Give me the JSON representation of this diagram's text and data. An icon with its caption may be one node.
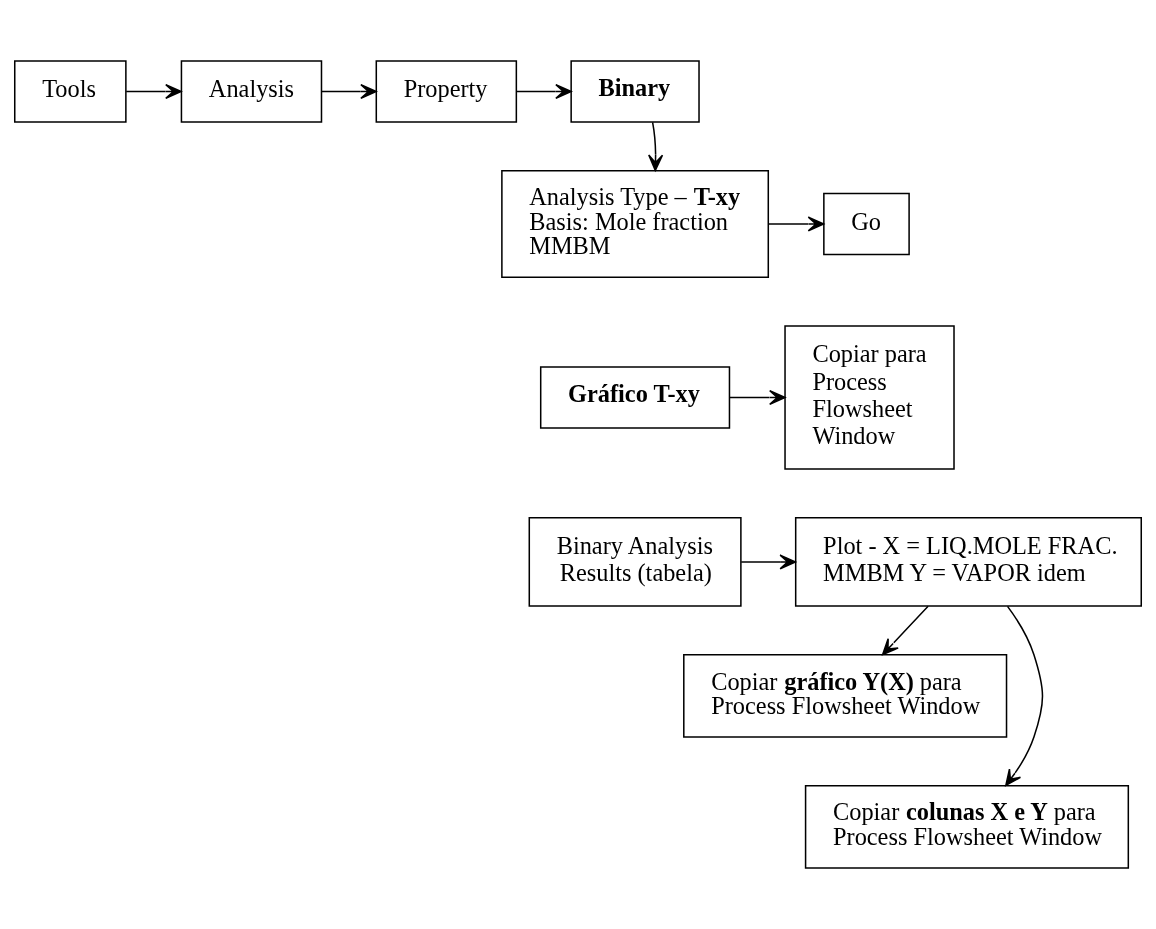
{
  "diagram": {
    "nodes": [
      {
        "text": [
          "Tools"
        ]
      },
      {
        "text": [
          "Analysis"
        ]
      },
      {
        "text": [
          "Property"
        ]
      },
      {
        "text": [
          "Binary"
        ]
      },
      {
        "text": [
          "Analysis Type – **T-xy** Basis: Mole fraction MMBM"
        ]
      },
      {
        "text": [
          "Go"
        ]
      },
      {
        "text": [
          "Gráfico T-xy"
        ]
      },
      {
        "text": [
          "Copiar para Process Flowsheet Window"
        ]
      },
      {
        "text": [
          "Binary Analysis Results (tabela)"
        ]
      },
      {
        "text": [
          "Plot - X = LIQ.MOLE FRAC. MMBM Y = VAPOR idem"
        ]
      },
      {
        "text": [
          "Copiar **gráfico Y(X)** para Process Flowsheet Window"
        ]
      },
      {
        "text": [
          "Copiar **colunas X e Y** para Process Flowsheet Window"
        ]
      }
    ],
    "edges": [
      {
        "from": 0,
        "to": 1,
        "arrow": "to"
      },
      {
        "from": 1,
        "to": 2,
        "arrow": "to"
      },
      {
        "from": 2,
        "to": 3,
        "arrow": "to"
      },
      {
        "from": 3,
        "to": 4,
        "arrow": "to"
      },
      {
        "from": 4,
        "to": 5,
        "arrow": "to"
      },
      {
        "from": 6,
        "to": 7,
        "arrow": "to"
      },
      {
        "from": 8,
        "to": 9,
        "arrow": "to"
      },
      {
        "from": 9,
        "to": 10,
        "arrow": "to"
      },
      {
        "from": 9,
        "to": 11,
        "arrow": "to"
      }
    ]
  }
}
